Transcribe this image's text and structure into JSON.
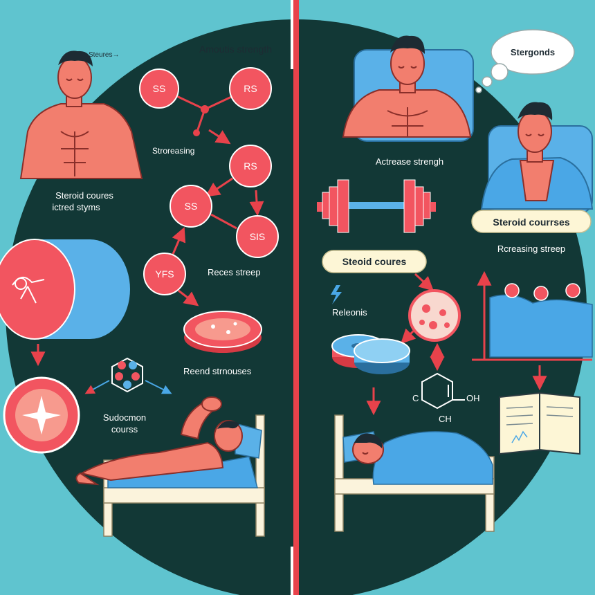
{
  "colors": {
    "background": "#5fc4cf",
    "dark_panel": "#123836",
    "accent_red": "#f25560",
    "divider_red": "#e8424b",
    "skin": "#f27e6e",
    "blanket_blue": "#4aa7e6",
    "pillow_blue": "#5ab1e8",
    "bed_frame": "#fbf3dc",
    "label_cream": "#fdf6d6"
  },
  "left": {
    "top_label": "Steures→",
    "title": "Amoutis strength",
    "caption_1_line1": "Steroid coures",
    "caption_1_line2": "ictred styms",
    "label_stroreasing": "Stroreasing",
    "label_reces": "Reces streep",
    "label_reend": "Reend strnouses",
    "label_sudocmon_line1": "Sudocmon",
    "label_sudocmon_line2": "courss",
    "nodes": [
      "SS",
      "RS",
      "RS",
      "SS",
      "SIS",
      "YFS"
    ]
  },
  "right": {
    "thought_bubble": "Stergonds",
    "label_actrease": "Actrease strengh",
    "label_steroid_courses": "Steroid courrses",
    "label_rcreasing": "Rcreasing streep",
    "label_steoid_coures": "Steoid coures",
    "label_releonis": "Releonis",
    "chem_c": "C",
    "chem_oh": "OH",
    "chem_ch": "CH"
  }
}
